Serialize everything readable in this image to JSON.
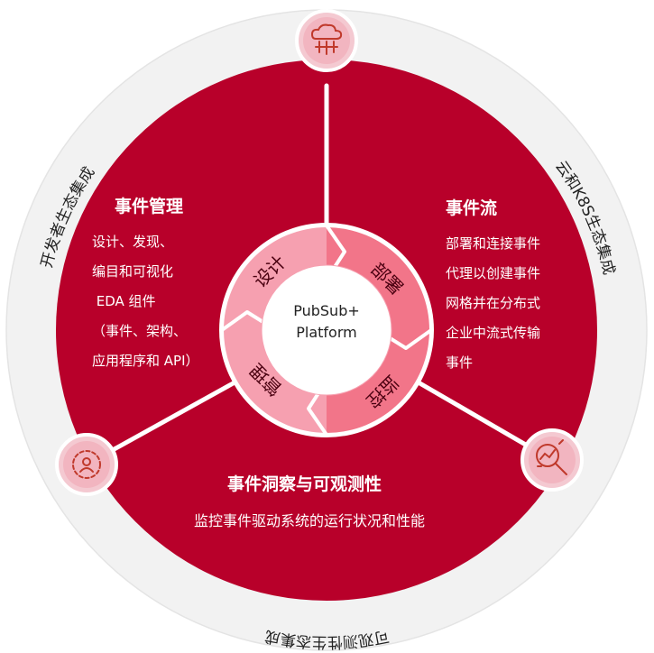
{
  "center": {
    "line1": "PubSub+",
    "line2": "Platform"
  },
  "sections": {
    "event_management": {
      "title": "事件管理",
      "lines": [
        "设计、发现、",
        "编目和可视化",
        " EDA 组件",
        "（事件、架构、",
        "应用程序和 API）"
      ]
    },
    "event_streaming": {
      "title": "事件流",
      "lines": [
        "部署和连接事件",
        "代理以创建事件",
        "网格并在分布式",
        "企业中流式传输",
        "事件"
      ]
    },
    "event_insights": {
      "title": "事件洞察与可观测性",
      "description": "监控事件驱动系统的运行状况和性能"
    }
  },
  "cycle": {
    "design": "设计",
    "deploy": "部署",
    "monitor": "监控",
    "manage": "管理"
  },
  "ring": {
    "developer": "开发者生态集成",
    "cloud_k8s": "云和K8S生态集成",
    "observability": "可观测性生态集成"
  },
  "icons": [
    "cloud-network-icon",
    "person-circle-icon",
    "magnifier-chart-icon"
  ],
  "colors": {
    "outer_ring": "#f2f2f2",
    "main_red": "#b8002a",
    "cycle_pink": "#f27589",
    "cycle_light": "#f6a0b0",
    "icon_bg": "#f4c9d1",
    "icon_stroke": "#c0392b",
    "divider": "#ffffff",
    "center_text": "#222222"
  }
}
